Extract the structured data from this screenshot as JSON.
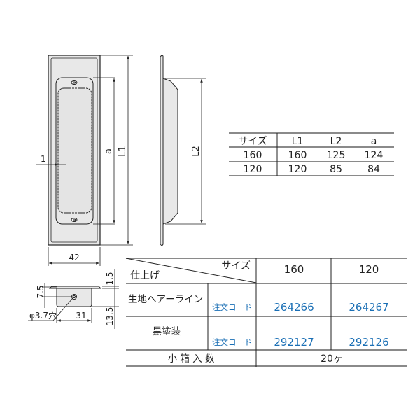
{
  "drawing": {
    "dims": {
      "L1": "L1",
      "L2": "L2",
      "a": "a",
      "gap": "1",
      "width": "42",
      "flange": "1.5",
      "height_side": "7.5",
      "depth": "13.5",
      "body_width": "31",
      "hole": "φ3.7穴"
    }
  },
  "size_table": {
    "headers": [
      "サイズ",
      "L1",
      "L2",
      "a"
    ],
    "rows": [
      [
        "160",
        "160",
        "125",
        "124"
      ],
      [
        "120",
        "120",
        "85",
        "84"
      ]
    ]
  },
  "order_table": {
    "corner_top": "サイズ",
    "corner_bottom": "仕上げ",
    "sizes": [
      "160",
      "120"
    ],
    "finishes": [
      {
        "name": "生地ヘアーライン",
        "code_label": "注文コード",
        "codes": [
          "264266",
          "264267"
        ]
      },
      {
        "name": "黒塗装",
        "code_label": "注文コード",
        "codes": [
          "292127",
          "292126"
        ]
      }
    ],
    "box_label": "小 箱 入 数",
    "box_qty": "20ヶ"
  },
  "colors": {
    "code_blue": "#1a6fb5",
    "body_fill": "#e8e8e8"
  }
}
